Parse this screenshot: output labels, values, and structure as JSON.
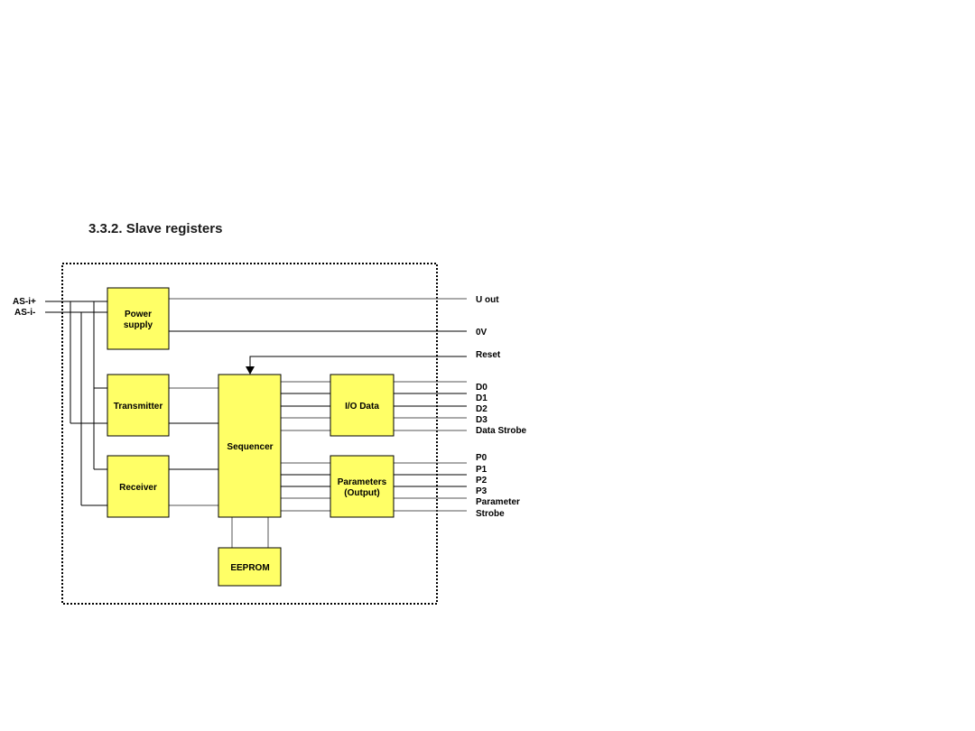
{
  "heading": "3.3.2. Slave registers",
  "colors": {
    "block_fill": "#ffff66",
    "line": "#000000",
    "background": "#ffffff"
  },
  "inputs": {
    "bus_plus": "AS-i+",
    "bus_minus": "AS-i-"
  },
  "blocks": {
    "power_supply": [
      "Power",
      "supply"
    ],
    "transmitter": "Transmitter",
    "receiver": "Receiver",
    "sequencer": "Sequencer",
    "io_data": "I/O Data",
    "parameters": [
      "Parameters",
      "(Output)"
    ],
    "eeprom": "EEPROM"
  },
  "outputs": {
    "u_out": "U out",
    "zero_v": "0V",
    "reset": "Reset",
    "data": [
      "D0",
      "D1",
      "D2",
      "D3",
      "Data Strobe"
    ],
    "params": [
      "P0",
      "P1",
      "P2",
      "P3",
      "Parameter",
      "Strobe"
    ]
  }
}
